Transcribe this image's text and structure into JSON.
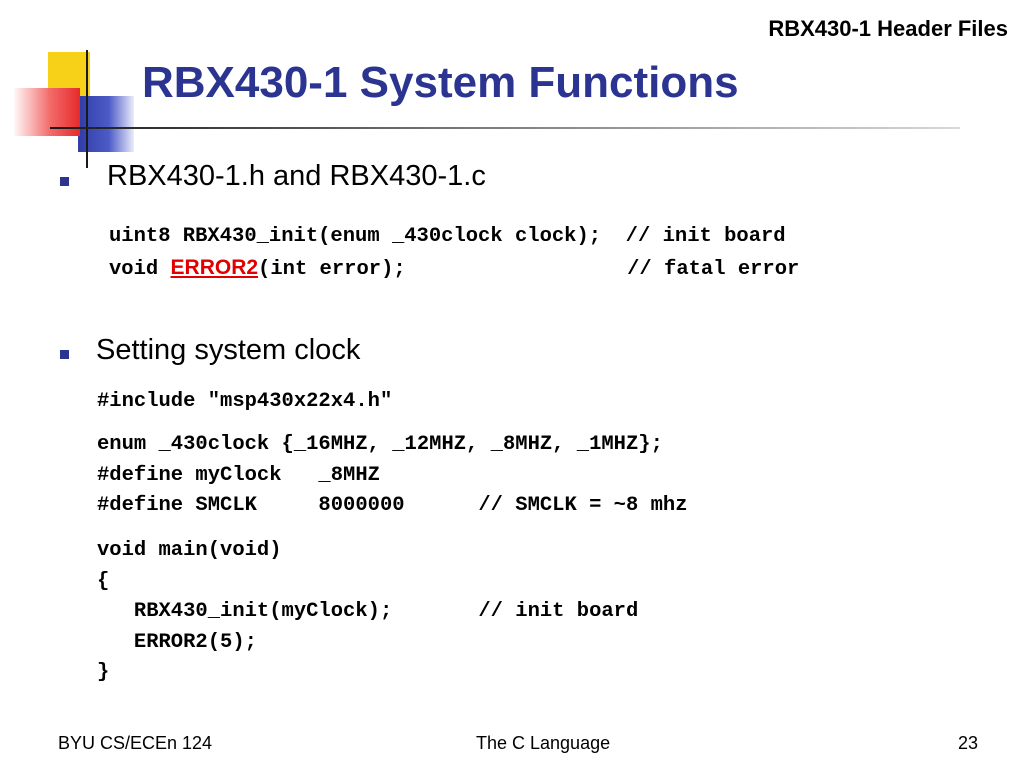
{
  "header": {
    "section": "RBX430-1 Header Files"
  },
  "title": "RBX430-1 System Functions",
  "bullets": [
    {
      "text": "RBX430-1.h and RBX430-1.c",
      "code": {
        "line1": "uint8 RBX430_init(enum _430clock clock);  // init board",
        "line2_prefix": "void ",
        "line2_highlight": "ERROR2",
        "line2_suffix": "(int error);                  // fatal error"
      }
    },
    {
      "text": "Setting system clock",
      "code": {
        "include": "#include \"msp430x22x4.h\"",
        "enum_block": "enum _430clock {_16MHZ, _12MHZ, _8MHZ, _1MHZ};\n#define myClock   _8MHZ\n#define SMCLK     8000000      // SMCLK = ~8 mhz",
        "main_block": "void main(void)\n{\n   RBX430_init(myClock);       // init board\n   ERROR2(5);\n}"
      }
    }
  ],
  "footer": {
    "left": "BYU CS/ECEn 124",
    "center": "The C Language",
    "page": "23"
  }
}
